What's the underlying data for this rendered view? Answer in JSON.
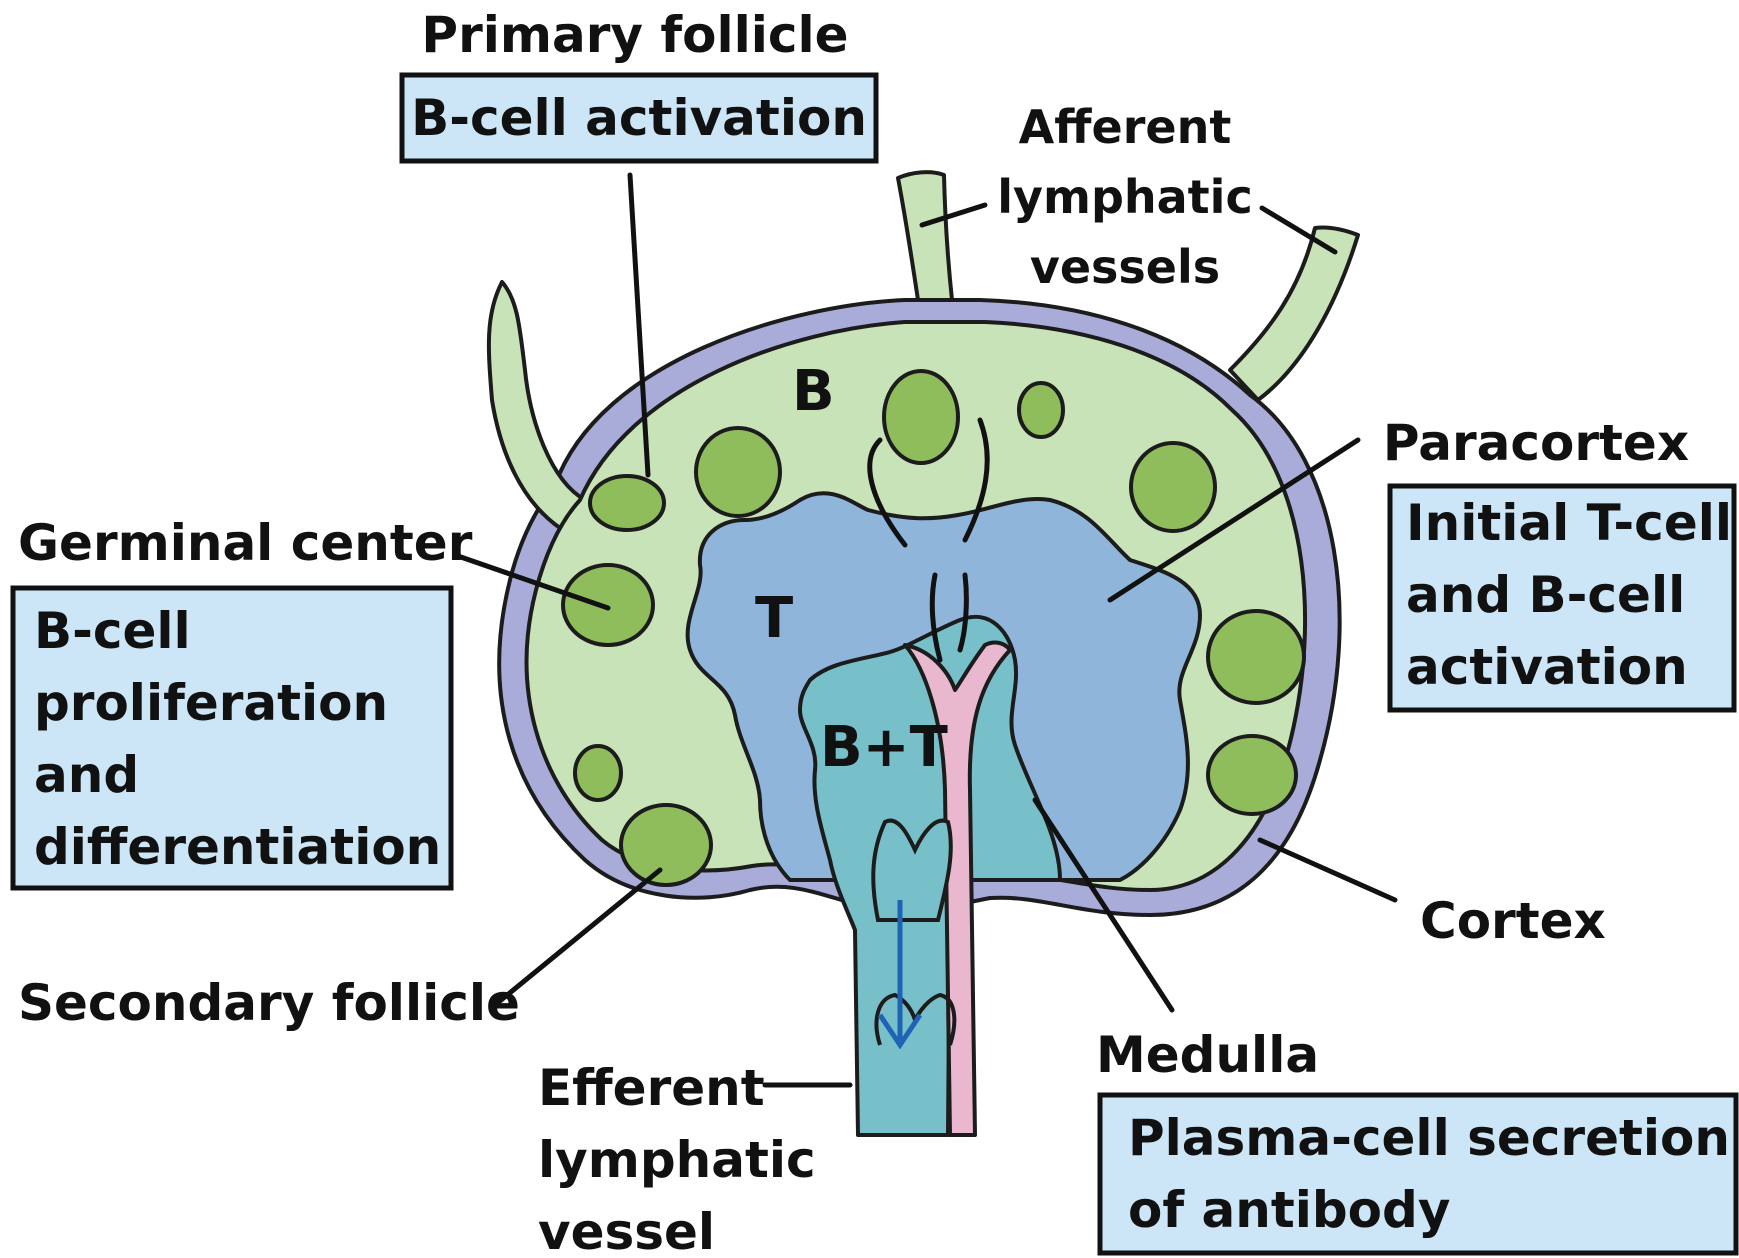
{
  "colors": {
    "capsule": "#a9acd8",
    "cortex": "#c9e3b9",
    "paracortex": "#8fb5db",
    "medulla": "#78c0c9",
    "blood_vessel": "#e9b8ce",
    "follicle": "#8fbd5c",
    "label_box": "#cce6f7",
    "flow_arrow": "#1f63b5"
  },
  "region_labels": {
    "b": "B",
    "t": "T",
    "bt": "B+T"
  },
  "labels": {
    "primary_follicle": {
      "title": "Primary follicle",
      "box": "B-cell activation"
    },
    "afferent": [
      "Afferent",
      "lymphatic",
      "vessels"
    ],
    "paracortex": {
      "title": "Paracortex",
      "box": [
        "Initial T-cell",
        "and B-cell",
        "activation"
      ]
    },
    "germinal_center": {
      "title": "Germinal center",
      "box": [
        "B-cell",
        "proliferation",
        "and",
        "differentiation"
      ]
    },
    "cortex": "Cortex",
    "secondary_follicle": "Secondary follicle",
    "efferent": [
      "Efferent",
      "lymphatic",
      "vessel"
    ],
    "medulla": {
      "title": "Medulla",
      "box": [
        "Plasma-cell secretion",
        "of antibody"
      ]
    }
  }
}
